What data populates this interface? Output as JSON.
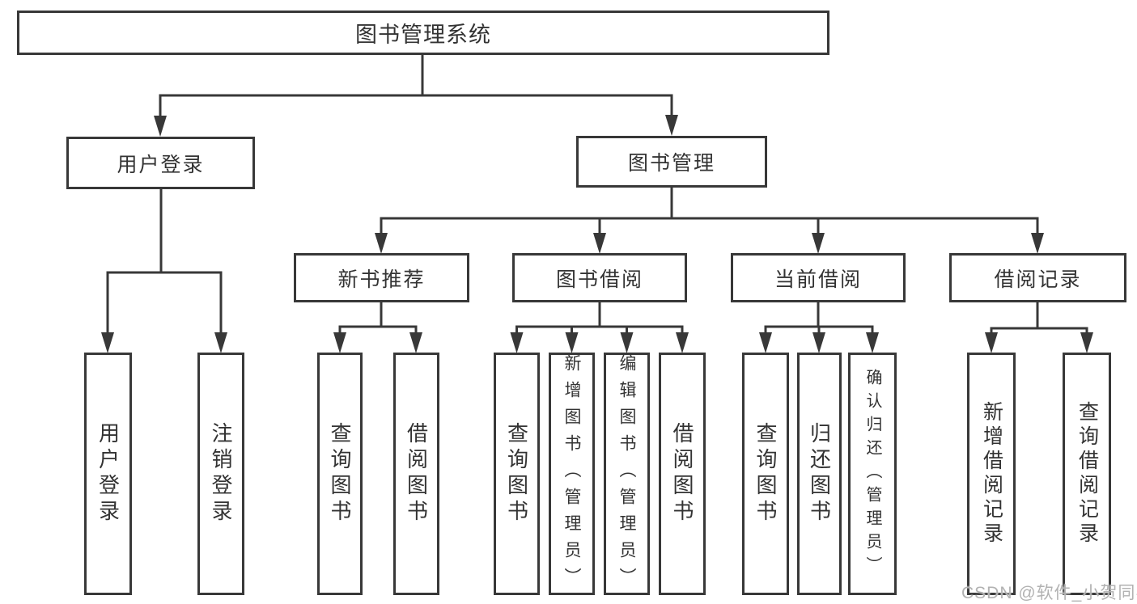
{
  "root": {
    "label": "图书管理系统"
  },
  "level2": [
    {
      "label": "用户登录",
      "children": [
        {
          "label": "用户登录"
        },
        {
          "label": "注销登录"
        }
      ]
    },
    {
      "label": "图书管理",
      "children": [
        {
          "label": "新书推荐",
          "children": [
            {
              "label": "查询图书"
            },
            {
              "label": "借阅图书"
            }
          ]
        },
        {
          "label": "图书借阅",
          "children": [
            {
              "label": "查询图书"
            },
            {
              "label": "新增图书（管理员）"
            },
            {
              "label": "编辑图书（管理员）"
            },
            {
              "label": "借阅图书"
            }
          ]
        },
        {
          "label": "当前借阅",
          "children": [
            {
              "label": "查询图书"
            },
            {
              "label": "归还图书"
            },
            {
              "label": "确认归还（管理员）"
            }
          ]
        },
        {
          "label": "借阅记录",
          "children": [
            {
              "label": "新增借阅记录"
            },
            {
              "label": "查询借阅记录"
            }
          ]
        }
      ]
    }
  ],
  "watermark": "CSDN @软件_小贺同学",
  "colors": {
    "line": "#383838",
    "text": "#333333",
    "watermark": "#b2b2b2",
    "background": "#ffffff"
  }
}
